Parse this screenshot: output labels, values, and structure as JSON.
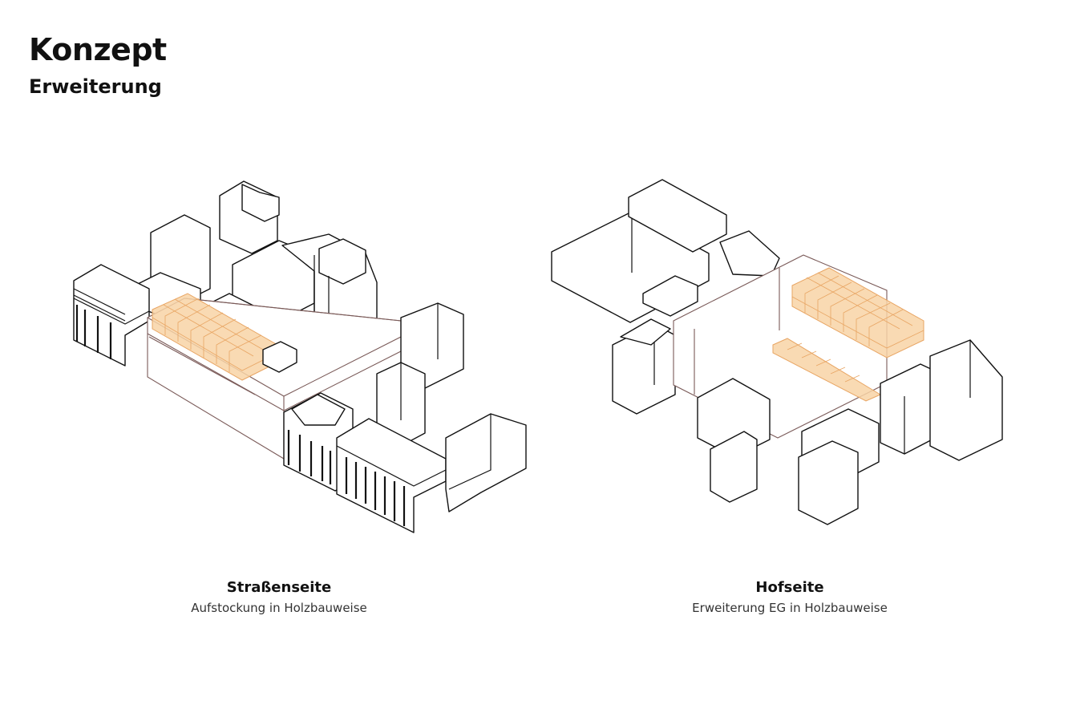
{
  "header": {
    "title": "Konzept",
    "subtitle": "Erweiterung"
  },
  "views": [
    {
      "title": "Straßenseite",
      "description": "Aufstockung in Holzbauweise"
    },
    {
      "title": "Hofseite",
      "description": "Erweiterung EG in Holzbauweise"
    }
  ],
  "colors": {
    "linework": "#111111",
    "existing_outline": "#7a5a58",
    "timber_fill": "#f8d4a6",
    "timber_stroke": "#e8a563"
  }
}
